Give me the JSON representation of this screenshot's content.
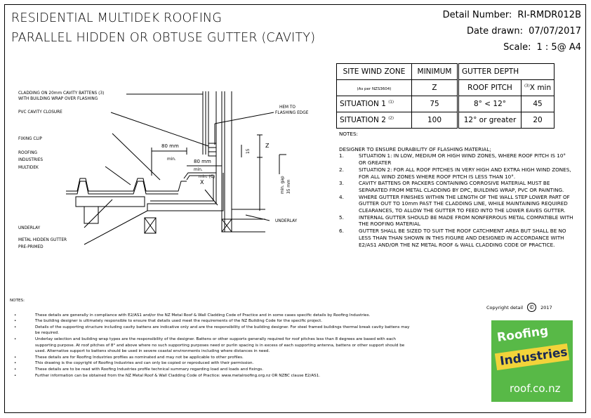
{
  "title": {
    "line1": "RESIDENTIAL MULTIDEK ROOFING",
    "line2": "PARALLEL HIDDEN OR OBTUSE GUTTER (CAVITY)"
  },
  "meta": {
    "detail_label": "Detail Number:",
    "detail_value": "RI-RMDR012B",
    "date_label": "Date drawn:",
    "date_value": "07/07/2017",
    "scale_label": "Scale:",
    "scale_value": "1 : 5@ A4"
  },
  "table": {
    "col1_header": "SITE WIND ZONE",
    "col1_sub": "(As per NZS3604)",
    "col2_header": "MINIMUM",
    "col2_sub": "Z",
    "col3_header": "GUTTER DEPTH",
    "col3_sub": "ROOF PITCH",
    "col4_sub_sup": "(3)",
    "col4_sub": "X min",
    "rows": [
      {
        "zone": "SITUATION 1",
        "sup": "(1)",
        "min": "75",
        "pitch": "8° < 12°",
        "x": "45"
      },
      {
        "zone": "SITUATION 2",
        "sup": "(2)",
        "min": "100",
        "pitch": "12° or greater",
        "x": "20"
      }
    ]
  },
  "notes_right": {
    "title": "NOTES:",
    "intro": "DESIGNER TO ENSURE DURABILITY OF FLASHING MATERIAL;",
    "items": [
      {
        "num": "1.",
        "text": "SITUATION 1: IN LOW, MEDIUM OR HIGH WIND ZONES, WHERE ROOF PITCH IS 10° OR GREATER"
      },
      {
        "num": "2.",
        "text": "SITUATION 2: FOR ALL ROOF PITCHES IN VERY HIGH AND EXTRA HIGH WIND ZONES, FOR ALL WIND ZONES WHERE ROOF PITCH IS LESS THAN 10°."
      },
      {
        "num": "3.",
        "text": "CAVITY BATTENS OR PACKERS CONTAINING CORROSIVE MATERIAL MUST BE SEPARATED FROM METAL CLADDING BY DPC, BUILDING WRAP, PVC OR PAINTING."
      },
      {
        "num": "4.",
        "text": "WHERE GUTTER FINISHES WITHIN THE LENGTH OF THE WALL STEP LOWER PART OF GUTTER OUT TO 10mm PAST THE CLADDING LINE, WHILE MAINTAINING REQUIRED CLEARANCES, TO ALLOW THE GUTTER TO FEED INTO THE LOWER EAVES GUTTER."
      },
      {
        "num": "5.",
        "text": "INTERNAL GUTTER SHOULD BE MADE FROM NONFERROUS METAL COMPATIBLE WITH THE ROOFING MATERIAL"
      },
      {
        "num": "6.",
        "text": "GUTTER SHALL BE SIZED TO SUIT THE ROOF CATCHMENT AREA BUT SHALL BE NO LESS THAN THAN SHOWN IN THIS FIGURE AND DESIGNED IN ACCORDANCE WITH E2/AS1 AND/OR THE NZ METAL ROOF & WALL CLADDING CODE OF PRACTICE."
      }
    ]
  },
  "notes_left": {
    "title": "NOTES:",
    "items": [
      "These details are generally in compliance with E2/AS1 and/or the NZ Metal Roof & Wall Cladding Code of Practice and in some cases specific details by Roofing Industries.",
      "The building designer is ultimately responsible to ensure that details used meet the requirements of the NZ Building Code for the specific project.",
      "Details of the supporting structure including cavity battens are indicative only and are the responsibility of the building designer. For steel framed buildings thermal break cavity battens may be required.",
      "Underlay selection and building wrap types are the responsibility of the designer. Battens or other supports generally required for roof pitches less than 8 degrees are based with each supporting purpose. At roof pitches of 8° and above where no such supporting purposes need or purlin spacing is in excess of each supporting antenna, battens or other support should be used. Alternative support to battens should be used in severe coastal environments including where distances in need.",
      "These details are for Roofing Industries profiles as nominated and may not be applicable to other profiles.",
      "This drawing is the copyright of Roofing Industries and can only be copied or reproduced with their permission.",
      "These details are to be read with Roofing Industries profile technical summary regarding load and loads and fixings.",
      "Further information can be obtained from the NZ Metal Roof & Wall Cladding Code of Practice: www.metalroofing.org.nz OR NZBC clause E2/AS1."
    ]
  },
  "copyright": {
    "label": "Copyright detail",
    "symbol": "©",
    "year": "2017"
  },
  "logo": {
    "word1": "Roofing",
    "word2": "Industries",
    "url": "roof.co.nz",
    "green": "#58b947",
    "yellow": "#f2d33a"
  },
  "labels": {
    "cladding1": "CLADDING ON 20mm CAVITY BATTENS (3)",
    "cladding2": "WITH BUILDING WRAP OVER FLASHING",
    "pvc": "PVC CAVITY CLOSURE",
    "hem1": "HEM TO",
    "hem2": "FLASHING EDGE",
    "fixing": "FIXING CLIP",
    "roof1": "ROOFING",
    "roof2": "INDUSTRIES",
    "roof3": "MULTIDEK",
    "underlay_left": "UNDERLAY",
    "underlay_right": "UNDERLAY",
    "gutter1": "METAL HIDDEN GUTTER",
    "gutter2": "PRE-PRIMED",
    "dim80a": "80 mm",
    "dim80b": "80 mm",
    "min1": "min.",
    "min2": "min.",
    "x": "X",
    "minc": "min. (C)",
    "z": "Z",
    "d15": "15",
    "mingap1": "min. gap",
    "mingap2": "35 mm"
  }
}
